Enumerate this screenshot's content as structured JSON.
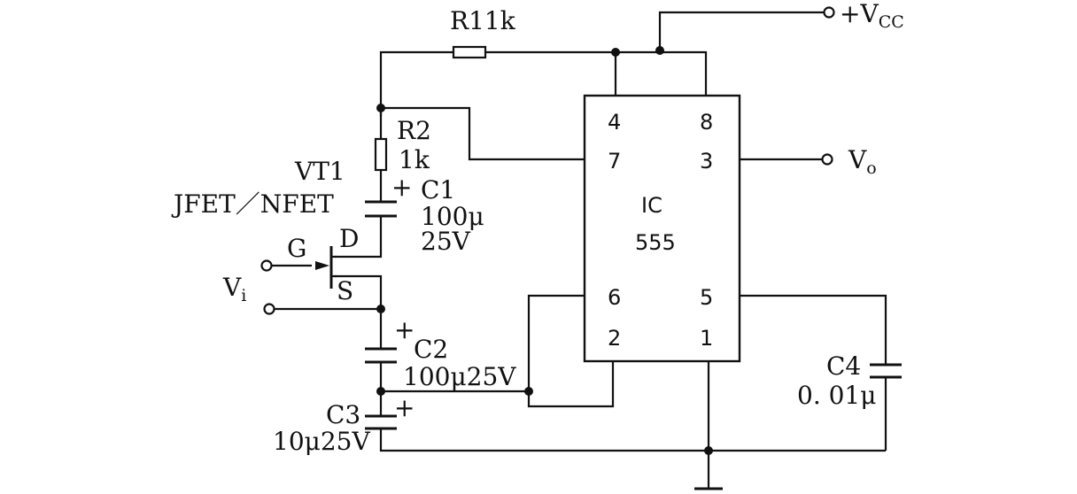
{
  "labels": {
    "vcc_plus": "+",
    "vcc_v": "V",
    "vcc_sub": "CC",
    "vo_v": "V",
    "vo_sub": "o",
    "vi_v": "V",
    "vi_sub": "i",
    "r1": "R11k",
    "r2_name": "R2",
    "r2_value": "1k",
    "vt1_name": "VT1",
    "vt1_type": "JFET／NFET",
    "gate": "G",
    "drain": "D",
    "source": "S",
    "c1_plus": "+",
    "c1_name": "C1",
    "c1_value": "100μ",
    "c1_voltage": "25V",
    "c2_plus": "+",
    "c2_name": "C2",
    "c2_value": "100μ25V",
    "c3_plus": "+",
    "c3_name": "C3",
    "c3_value": "10μ25V",
    "c4_name": "C4",
    "c4_value": "0. 01μ",
    "ic_name": "IC",
    "ic_part": "555"
  },
  "ic_pins": {
    "p4": "4",
    "p8": "8",
    "p7": "7",
    "p3": "3",
    "p6": "6",
    "p5": "5",
    "p2": "2",
    "p1": "1"
  }
}
